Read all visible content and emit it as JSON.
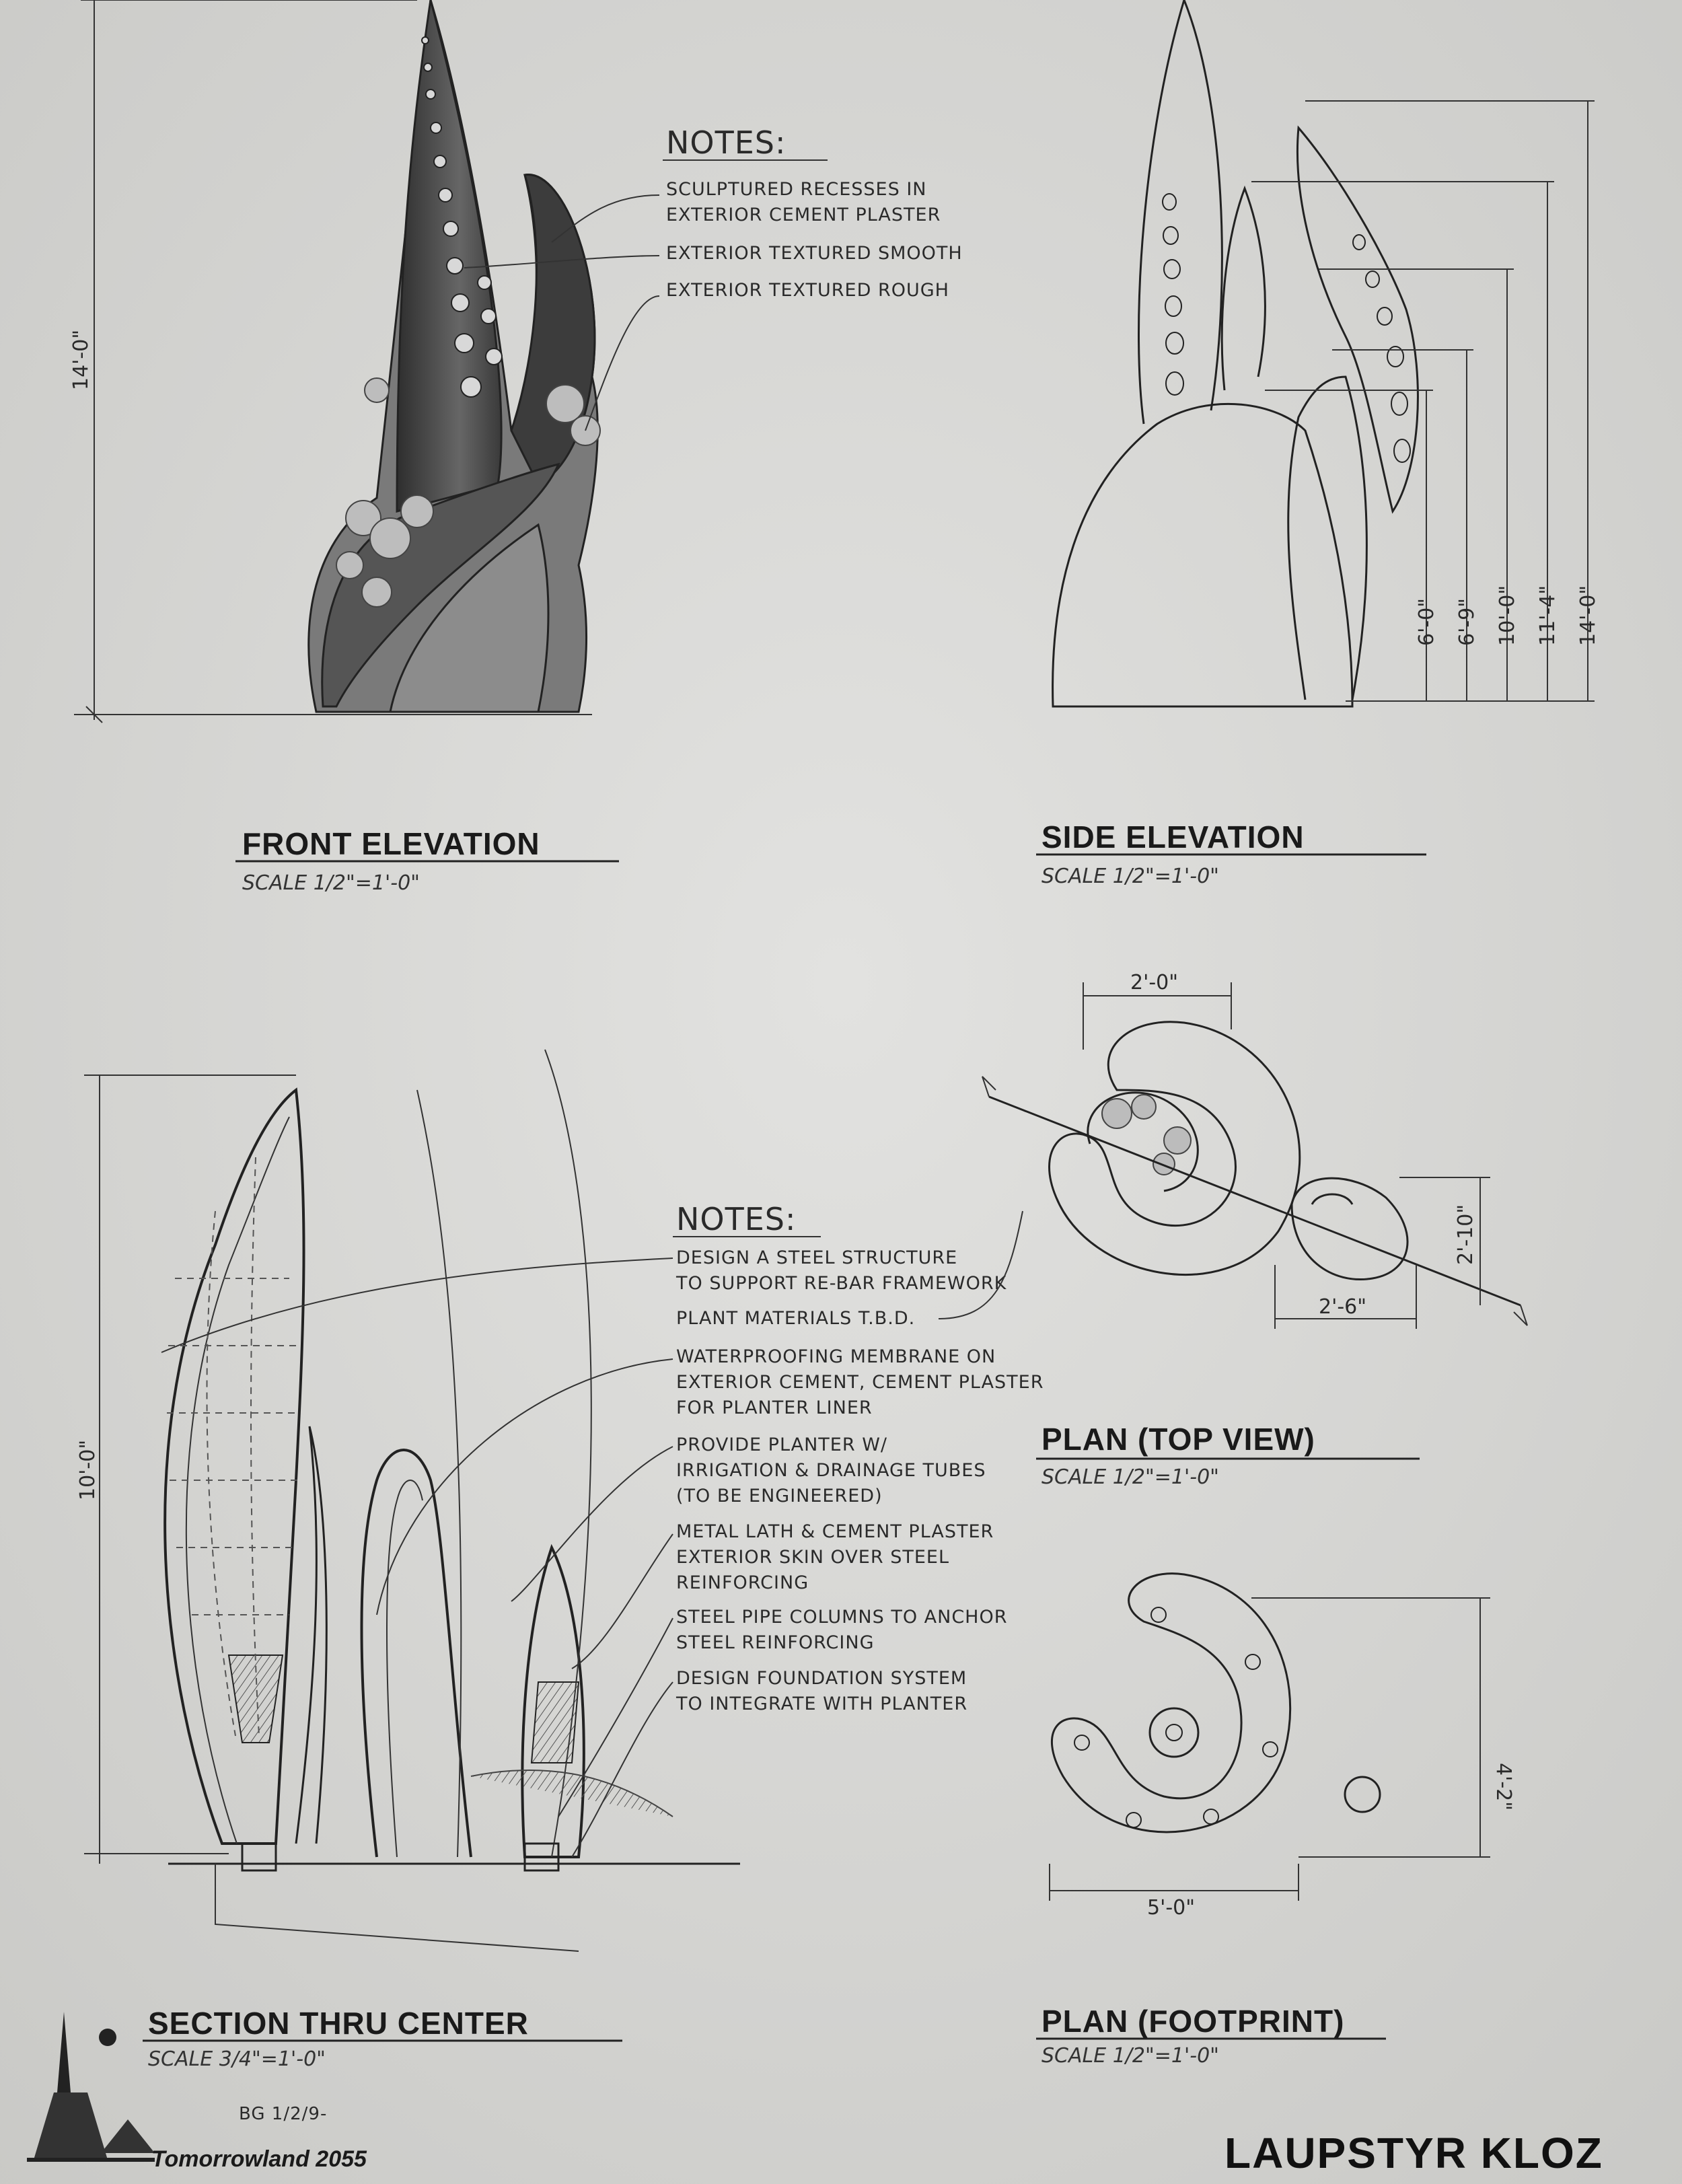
{
  "front_elevation": {
    "title": "FRONT ELEVATION",
    "scale": "SCALE 1/2\"=1'-0\"",
    "height_dim": "14'-0\"",
    "notes_heading": "NOTES:",
    "notes": [
      "SCULPTURED RECESSES IN",
      "EXTERIOR CEMENT PLASTER",
      "EXTERIOR TEXTURED SMOOTH",
      "EXTERIOR TEXTURED ROUGH"
    ]
  },
  "side_elevation": {
    "title": "SIDE ELEVATION",
    "scale": "SCALE 1/2\"=1'-0\"",
    "height_dims": [
      "6'-0\"",
      "6'-9\"",
      "10'-0\"",
      "11'-4\"",
      "14'-0\""
    ]
  },
  "plan_top": {
    "title": "PLAN (TOP VIEW)",
    "scale": "SCALE 1/2\"=1'-0\"",
    "dims": [
      "2'-0\"",
      "2'-10\"",
      "2'-6\""
    ]
  },
  "plan_footprint": {
    "title": "PLAN (FOOTPRINT)",
    "scale": "SCALE 1/2\"=1'-0\"",
    "dims": [
      "5'-0\"",
      "4'-2\""
    ]
  },
  "section": {
    "title": "SECTION THRU CENTER",
    "scale": "SCALE 3/4\"=1'-0\"",
    "height_dim": "10'-0\"",
    "notes_heading": "NOTES:",
    "notes": [
      "DESIGN A STEEL STRUCTURE",
      "TO SUPPORT RE-BAR FRAMEWORK",
      "PLANT MATERIALS T.B.D.",
      "WATERPROOFING MEMBRANE ON",
      "EXTERIOR CEMENT, CEMENT PLASTER",
      "FOR PLANTER LINER",
      "PROVIDE PLANTER W/",
      "IRRIGATION & DRAINAGE TUBES",
      "(TO BE ENGINEERED)",
      "METAL LATH & CEMENT PLASTER",
      "EXTERIOR SKIN OVER STEEL",
      "REINFORCING",
      "STEEL PIPE COLUMNS TO ANCHOR",
      "STEEL REINFORCING",
      "DESIGN FOUNDATION SYSTEM",
      "TO INTEGRATE WITH PLANTER"
    ]
  },
  "footer": {
    "brand": "Tomorrowland 2055",
    "initials": "BG 1/2/9-",
    "project": "LAUPSTYR KLOZ"
  },
  "colors": {
    "paper": "#d9d9d7",
    "ink": "#1e1e1e"
  }
}
